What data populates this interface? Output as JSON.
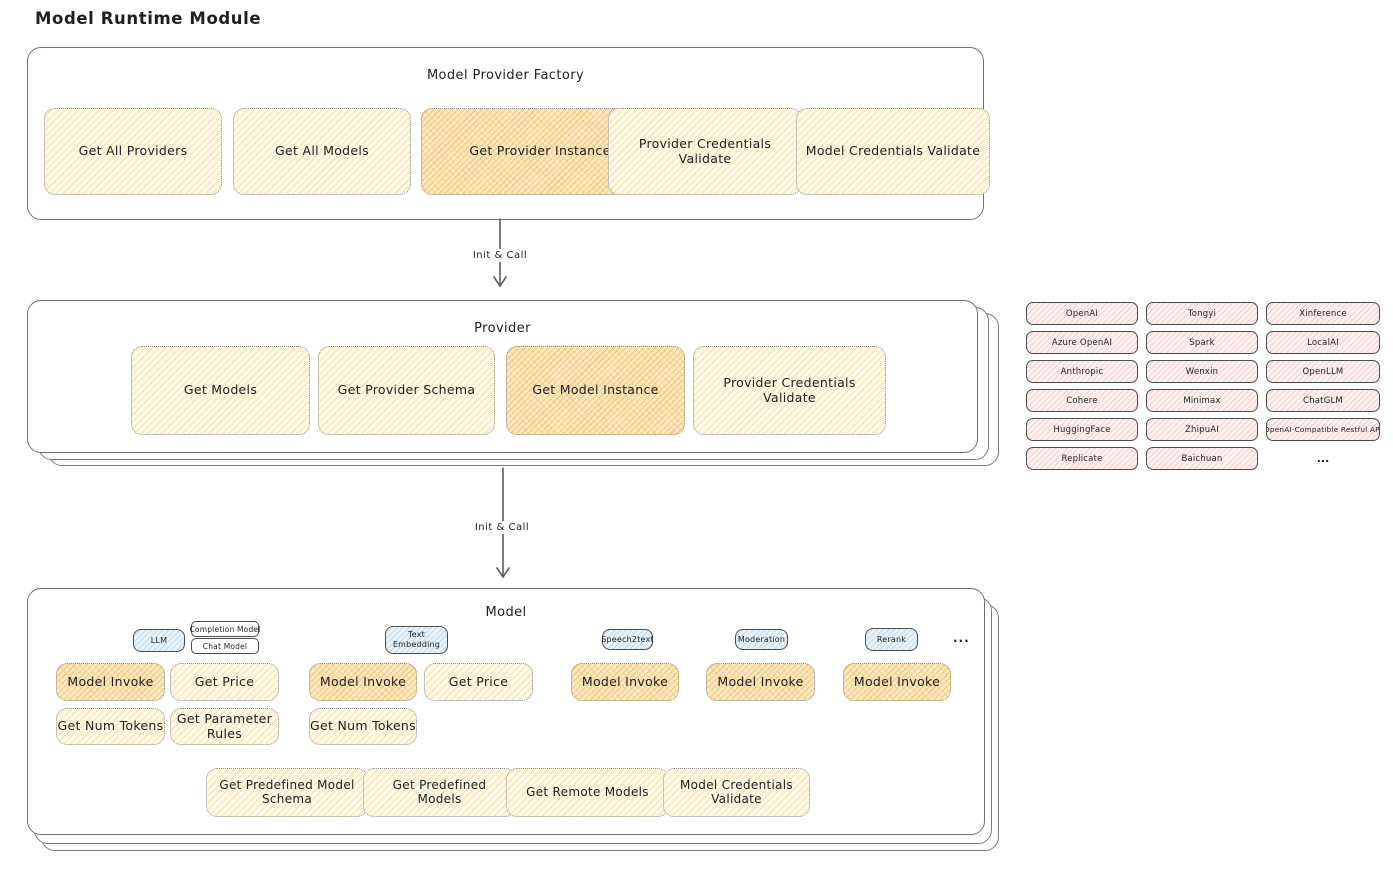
{
  "page_title": "Model Runtime Module",
  "colors": {
    "box_yellow": "#fdf7e3",
    "box_yellow_hatch": "#e5bc60",
    "box_orange_highlight": "#fbe9c4",
    "box_orange_hatch": "#eea83a",
    "provider_pill_pink": "#fdf1f0",
    "provider_pill_hatch": "#de7e78",
    "tab_blue": "#e7f2fb",
    "tab_blue_hatch": "#7aacd8",
    "border_gray": "#707070",
    "text": "#1f1f1f"
  },
  "factory": {
    "title": "Model Provider Factory",
    "boxes": [
      {
        "label": "Get All Providers",
        "highlight": false
      },
      {
        "label": "Get All Models",
        "highlight": false
      },
      {
        "label": "Get Provider Instance",
        "highlight": true
      },
      {
        "label": "Provider Credentials Validate",
        "highlight": false
      },
      {
        "label": "Model Credentials Validate",
        "highlight": false
      }
    ],
    "arrow_to_provider": "Init & Call"
  },
  "provider": {
    "title": "Provider",
    "boxes": [
      {
        "label": "Get Models",
        "highlight": false
      },
      {
        "label": "Get Provider Schema",
        "highlight": false
      },
      {
        "label": "Get Model Instance",
        "highlight": true
      },
      {
        "label": "Provider Credentials Validate",
        "highlight": false
      }
    ],
    "arrow_to_model": "Init & Call",
    "implementations": [
      "OpenAI",
      "Tongyi",
      "Xinference",
      "Azure OpenAI",
      "Spark",
      "LocalAI",
      "Anthropic",
      "Wenxin",
      "OpenLLM",
      "Cohere",
      "Minimax",
      "ChatGLM",
      "HuggingFace",
      "ZhipuAI",
      "OpenAI-Compatible Restful API",
      "Replicate",
      "Baichuan"
    ],
    "implementations_more": "..."
  },
  "model": {
    "title": "Model",
    "types": [
      {
        "tab": "LLM",
        "subtabs": [
          "Completion Model",
          "Chat Model"
        ],
        "functions": [
          "Model Invoke",
          "Get Price",
          "Get Num Tokens",
          "Get Parameter Rules"
        ]
      },
      {
        "tab": "Text Embedding",
        "functions": [
          "Model Invoke",
          "Get Price",
          "Get Num Tokens"
        ]
      },
      {
        "tab": "Speech2text",
        "functions": [
          "Model Invoke"
        ]
      },
      {
        "tab": "Moderation",
        "functions": [
          "Model Invoke"
        ]
      },
      {
        "tab": "Rerank",
        "functions": [
          "Model Invoke"
        ]
      }
    ],
    "types_more": "...",
    "shared_functions": [
      "Get Predefined Model Schema",
      "Get Predefined Models",
      "Get Remote Models",
      "Model Credentials Validate"
    ]
  }
}
